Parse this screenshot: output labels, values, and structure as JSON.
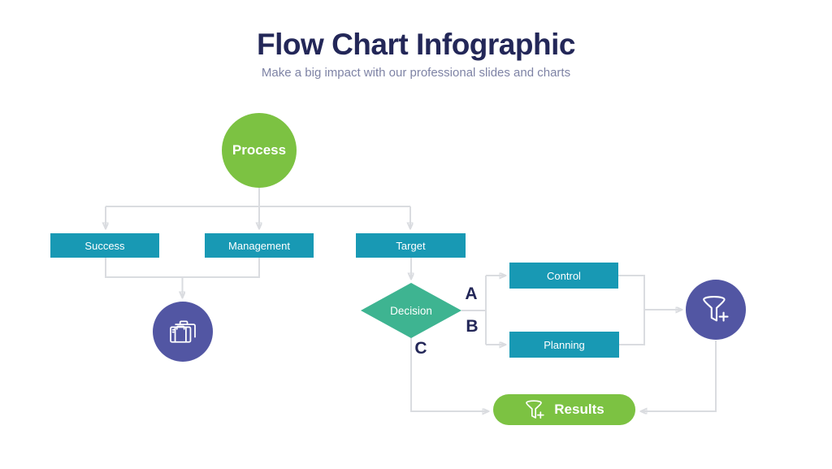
{
  "slide": {
    "title": "Flow Chart Infographic",
    "subtitle": "Make a big impact with our professional slides and charts"
  },
  "nodes": {
    "process": {
      "label": "Process",
      "shape": "circle",
      "color": "#7cc242"
    },
    "success": {
      "label": "Success",
      "shape": "rect",
      "color": "#1899b4"
    },
    "management": {
      "label": "Management",
      "shape": "rect",
      "color": "#1899b4"
    },
    "target": {
      "label": "Target",
      "shape": "rect",
      "color": "#1899b4"
    },
    "decision": {
      "label": "Decision",
      "shape": "diamond",
      "color": "#3eb491"
    },
    "control": {
      "label": "Control",
      "shape": "rect",
      "color": "#1899b4"
    },
    "planning": {
      "label": "Planning",
      "shape": "rect",
      "color": "#1899b4"
    },
    "briefcase_node": {
      "label": "",
      "shape": "circle",
      "color": "#5256a3",
      "icon": "briefcase-icon"
    },
    "funnel_node": {
      "label": "",
      "shape": "circle",
      "color": "#5256a3",
      "icon": "funnel-plus-icon"
    },
    "results": {
      "label": "Results",
      "shape": "pill",
      "color": "#7cc242",
      "icon": "funnel-plus-icon"
    }
  },
  "branch_labels": {
    "a": "A",
    "b": "B",
    "c": "C"
  },
  "flow": {
    "edges": [
      {
        "from": "process",
        "to": "success"
      },
      {
        "from": "process",
        "to": "management"
      },
      {
        "from": "process",
        "to": "target"
      },
      {
        "from": "success",
        "to": "briefcase_node"
      },
      {
        "from": "management",
        "to": "briefcase_node"
      },
      {
        "from": "target",
        "to": "decision"
      },
      {
        "from": "decision",
        "to": "control",
        "label": "A"
      },
      {
        "from": "decision",
        "to": "planning",
        "label": "B"
      },
      {
        "from": "decision",
        "to": "results",
        "label": "C"
      },
      {
        "from": "control",
        "to": "funnel_node"
      },
      {
        "from": "planning",
        "to": "funnel_node"
      },
      {
        "from": "funnel_node",
        "to": "results"
      }
    ]
  },
  "icons": {
    "briefcase": "briefcase-icon",
    "funnel_add": "funnel-plus-icon"
  },
  "colors": {
    "title_navy": "#232758",
    "subtitle_gray": "#7e83a5",
    "green": "#7cc242",
    "teal": "#1899b4",
    "diamond_green": "#3eb491",
    "purple": "#5256a3",
    "connector_gray": "#dadce0",
    "arrowhead_gray": "#c6c9ce",
    "background": "#ffffff"
  }
}
